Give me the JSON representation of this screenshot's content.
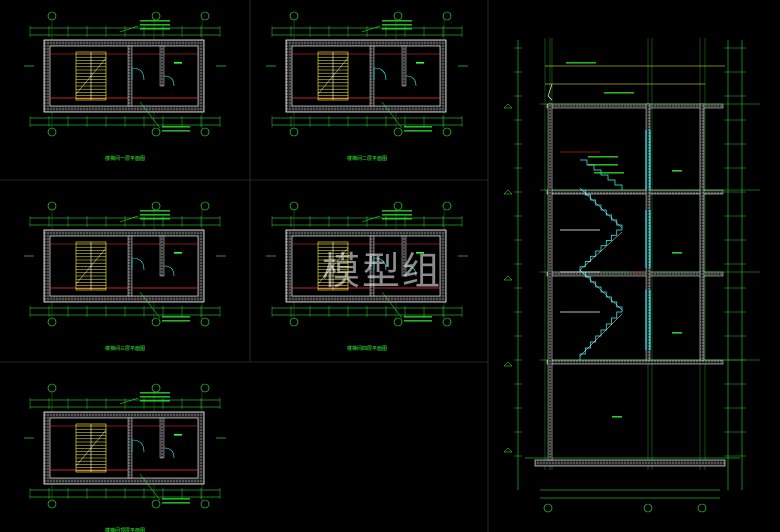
{
  "watermark": "模型组",
  "colors": {
    "background": "#000000",
    "wall": "#ffffff",
    "axis_line": "#1e7a1e",
    "dimension": "#33ff33",
    "stair": "#ffff33",
    "door": "#33ffff",
    "note": "#33ff33",
    "section_red": "#ff3333",
    "hatch": "#c8c8c8"
  },
  "plans": [
    {
      "title": "楼梯间一层平面图"
    },
    {
      "title": "楼梯间二层平面图"
    },
    {
      "title": "楼梯间三层平面图"
    },
    {
      "title": "楼梯间四层平面图"
    },
    {
      "title": "楼梯间顶层平面图"
    }
  ],
  "section": {
    "title": "楼梯间剖面图"
  }
}
